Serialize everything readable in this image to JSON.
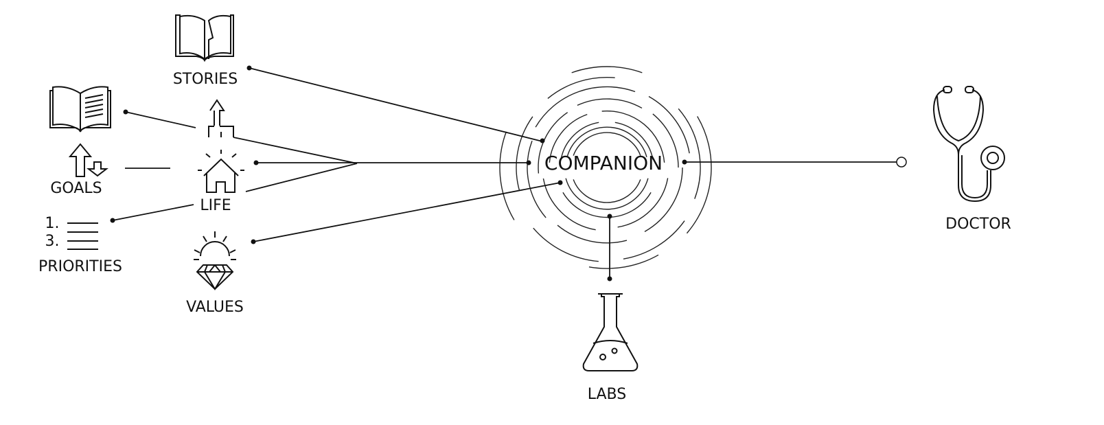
{
  "center": {
    "label": "COMPANION"
  },
  "nodes": {
    "stories": "STORIES",
    "goals": "GOALS",
    "life": "LIFE",
    "priorities": "PRIORITIES",
    "priorities_numbers": [
      "1.",
      "3."
    ],
    "values": "VALUES",
    "labs": "LABS",
    "doctor": "DOCTOR"
  },
  "colors": {
    "ink": "#111111",
    "background": "#ffffff"
  }
}
